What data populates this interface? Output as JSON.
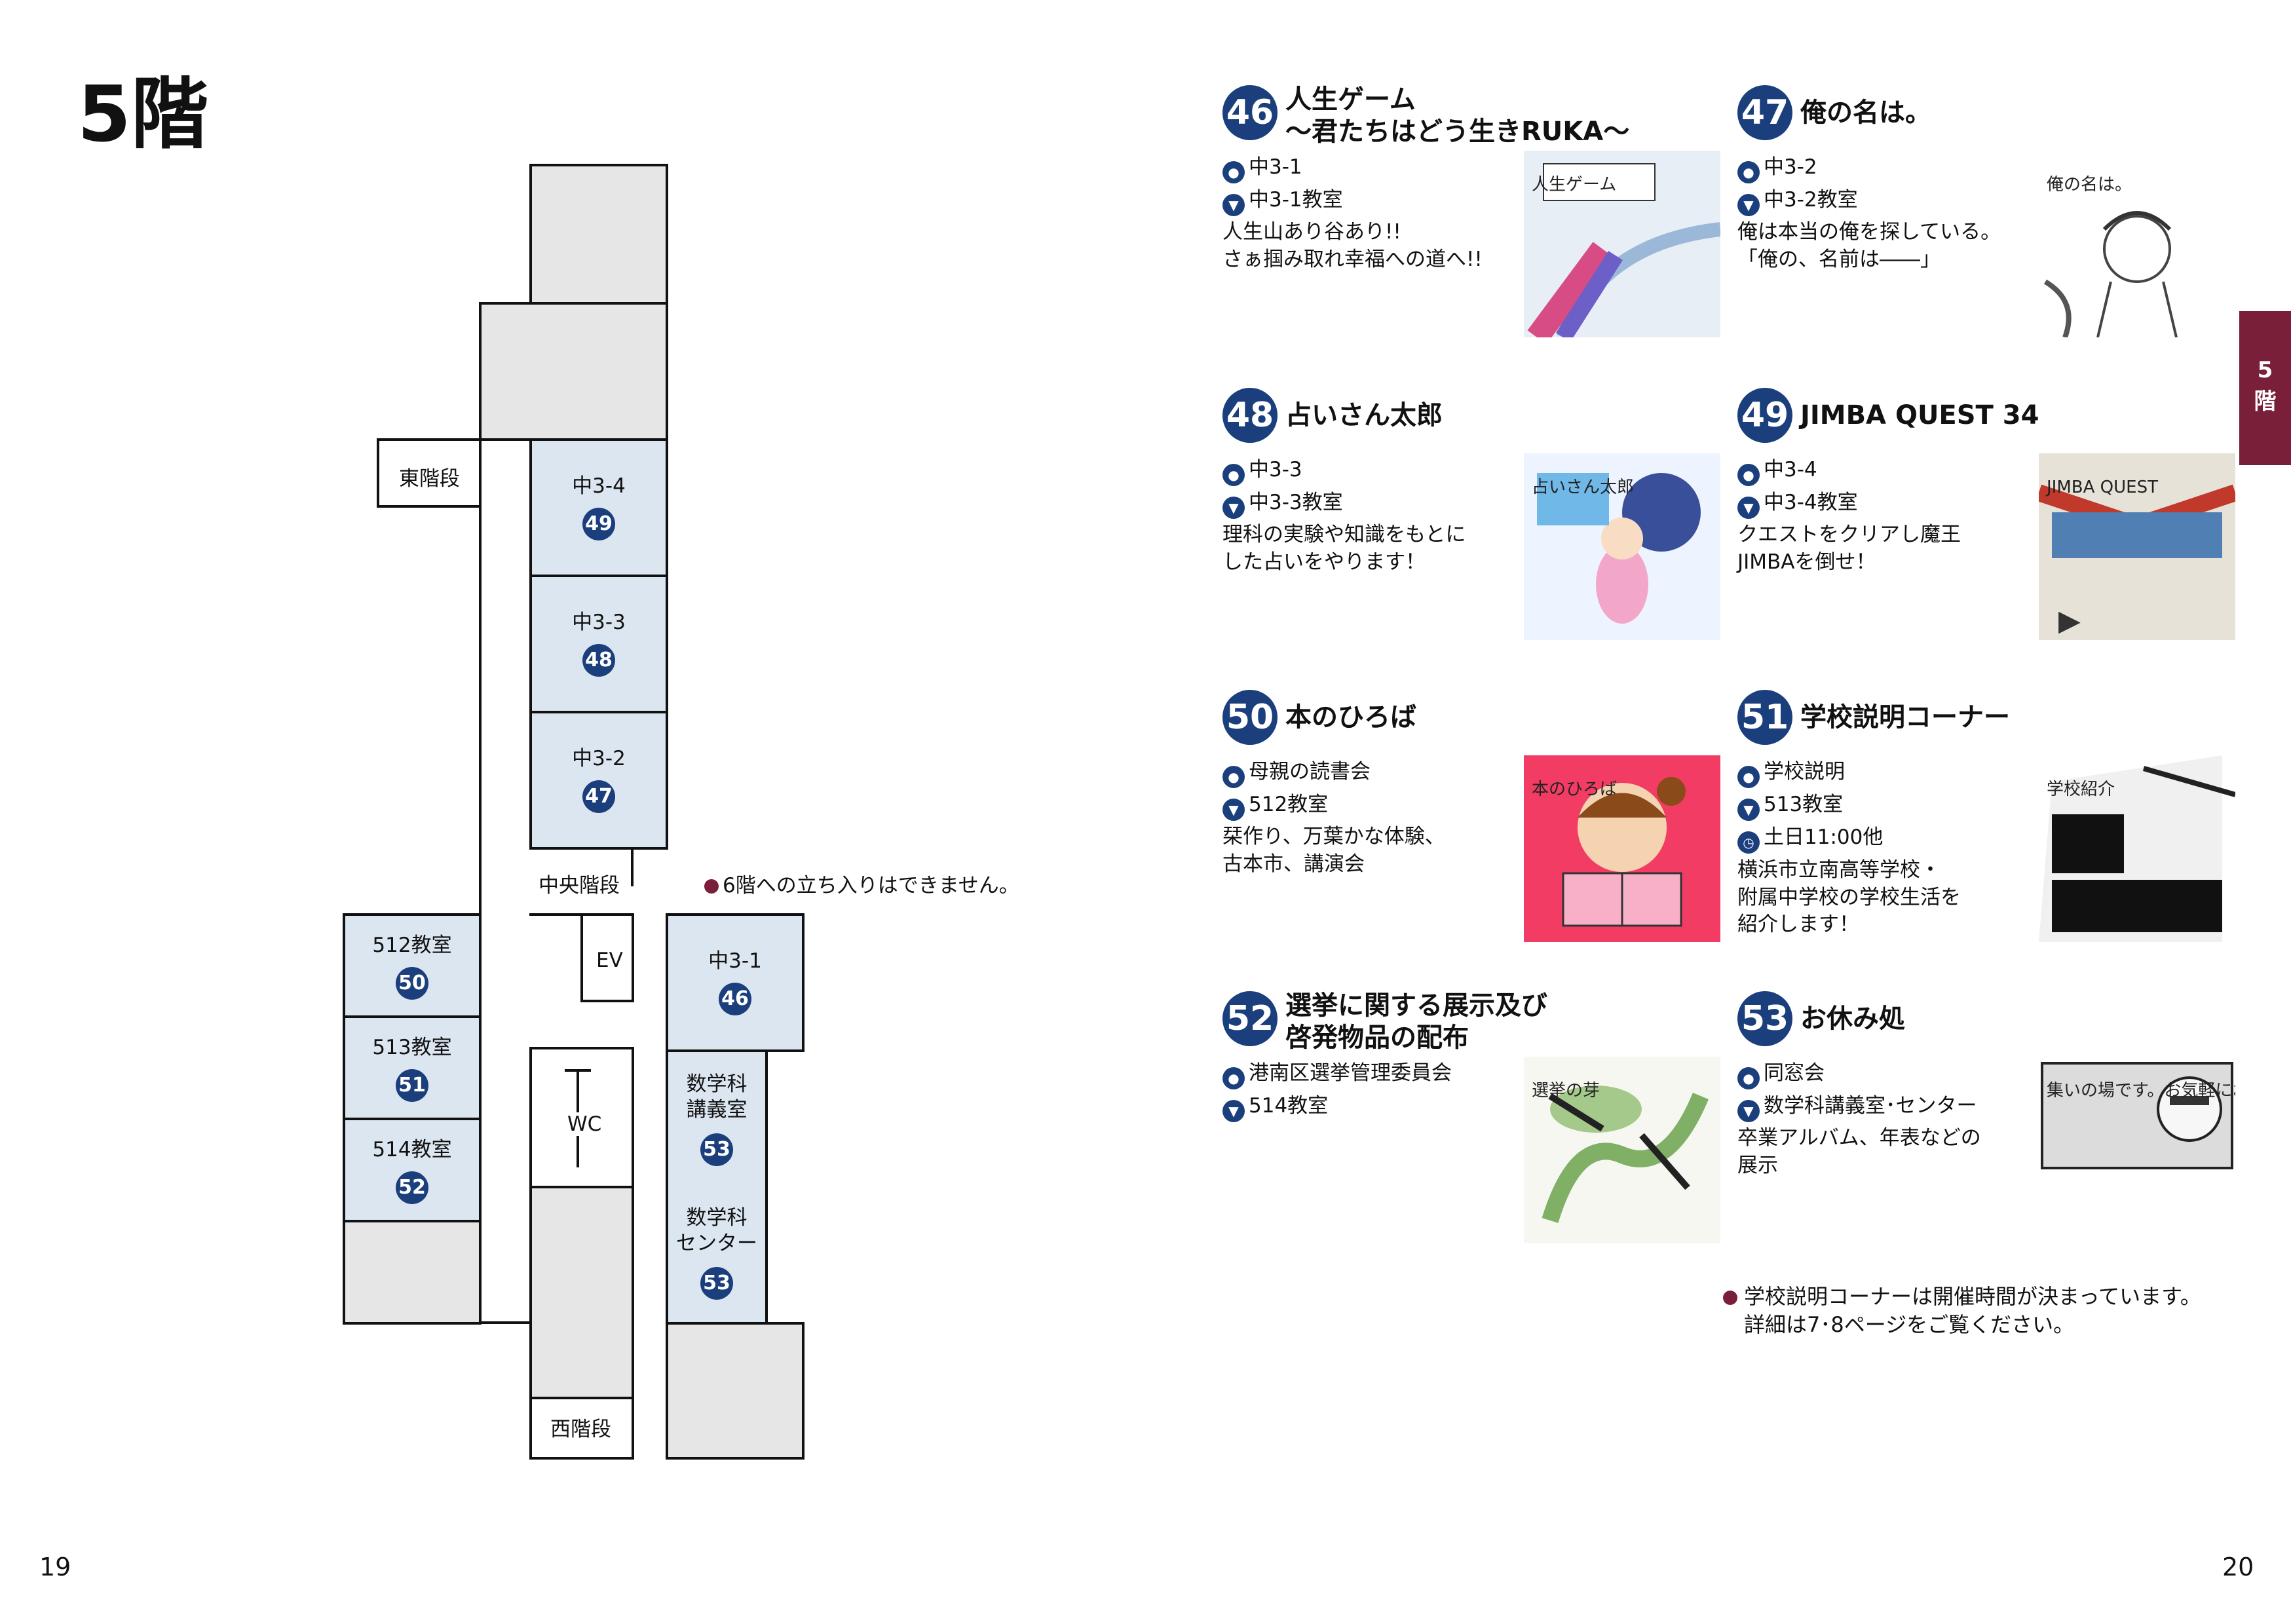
{
  "floor_title": "5階",
  "page_left": "19",
  "page_right": "20",
  "side_tab": [
    "5",
    "階"
  ],
  "map": {
    "rooms": [
      {
        "label": "中3-4",
        "badge": "49"
      },
      {
        "label": "中3-3",
        "badge": "48"
      },
      {
        "label": "中3-2",
        "badge": "47"
      },
      {
        "label": "中3-1",
        "badge": "46"
      },
      {
        "label": "512教室",
        "badge": "50"
      },
      {
        "label": "513教室",
        "badge": "51"
      },
      {
        "label": "514教室",
        "badge": "52"
      },
      {
        "label": "数学科\n講義室",
        "badge": "53"
      },
      {
        "label": "数学科\nセンター",
        "badge": "53"
      }
    ],
    "east_stairs": "東階段",
    "central_stairs": "中央階段",
    "west_stairs": "西階段",
    "ev": "EV",
    "wc": "WC",
    "note": "6階への立ち入りはできません。"
  },
  "booths": [
    {
      "num": "46",
      "title": "人生ゲーム\n〜君たちはどう生きRUKA〜",
      "group": "中3-1",
      "place": "中3-1教室",
      "time": "",
      "desc": "人生山あり谷あり!!\nさぁ掴み取れ幸福への道へ!!",
      "img_text": "人生ゲーム"
    },
    {
      "num": "47",
      "title": "俺の名は。",
      "group": "中3-2",
      "place": "中3-2教室",
      "time": "",
      "desc": "俺は本当の俺を探している。\n「俺の、名前は――」",
      "img_text": "俺の名は。"
    },
    {
      "num": "48",
      "title": "占いさん太郎",
      "group": "中3-3",
      "place": "中3-3教室",
      "time": "",
      "desc": "理科の実験や知識をもとに\nした占いをやります！",
      "img_text": "占いさん太郎"
    },
    {
      "num": "49",
      "title": "JIMBA QUEST 34",
      "group": "中3-4",
      "place": "中3-4教室",
      "time": "",
      "desc": "クエストをクリアし魔王\nJIMBAを倒せ！",
      "img_text": "JIMBA QUEST"
    },
    {
      "num": "50",
      "title": "本のひろば",
      "group": "母親の読書会",
      "place": "512教室",
      "time": "",
      "desc": "栞作り、万葉かな体験、\n古本市、講演会",
      "img_text": "本のひろば"
    },
    {
      "num": "51",
      "title": "学校説明コーナー",
      "group": "学校説明",
      "place": "513教室",
      "time": "土日11:00他",
      "desc": "横浜市立南高等学校・\n附属中学校の学校生活を\n紹介します！",
      "img_text": "学校紹介"
    },
    {
      "num": "52",
      "title": "選挙に関する展示及び\n啓発物品の配布",
      "group": "港南区選挙管理委員会",
      "place": "514教室",
      "time": "",
      "desc": "",
      "img_text": "選挙の芽"
    },
    {
      "num": "53",
      "title": "お休み処",
      "group": "同窓会",
      "place": "数学科講義室･センター",
      "time": "",
      "desc": "卒業アルバム、年表などの\n展示",
      "img_text": "集いの場です。お気軽にお立ち寄りください。"
    }
  ],
  "foot_note": "学校説明コーナーは開催時間が決まっています。\n詳細は7･8ページをご覧ください。",
  "colors": {
    "navy": "#1b3f7c",
    "maroon": "#7a1f3a",
    "room_blue": "#dce6f1",
    "room_gray": "#e6e6e6"
  }
}
